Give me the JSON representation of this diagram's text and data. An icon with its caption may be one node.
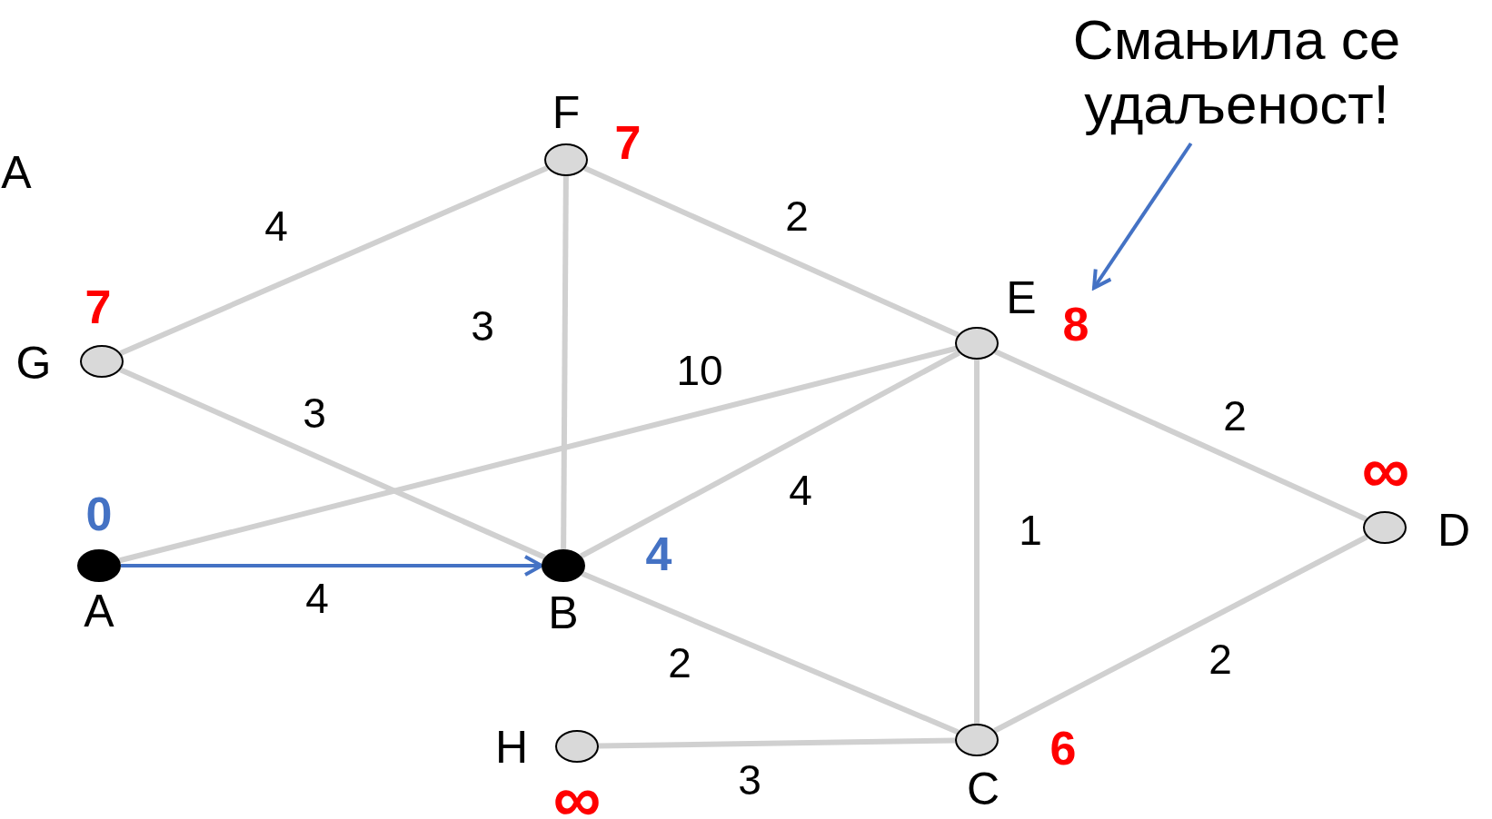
{
  "diagram": {
    "nodes": [
      {
        "text": [],
        "shape": "circle",
        "beside": [
          "F",
          "7"
        ]
      },
      {
        "text": [],
        "shape": "circle",
        "beside": [
          "G",
          "7"
        ]
      },
      {
        "text": [],
        "shape": "circle",
        "beside": [
          "E",
          "8"
        ]
      },
      {
        "text": [],
        "shape": "dot",
        "beside": [
          "A",
          "0"
        ]
      },
      {
        "text": [],
        "shape": "dot",
        "beside": [
          "B",
          "4"
        ]
      },
      {
        "text": [],
        "shape": "circle",
        "beside": [
          "D",
          "∞"
        ]
      },
      {
        "text": [],
        "shape": "circle",
        "beside": [
          "H",
          "∞"
        ]
      },
      {
        "text": [],
        "shape": "circle",
        "beside": [
          "C",
          "6"
        ]
      },
      {
        "text": [
          "Смањила се удаљеност!"
        ]
      }
    ],
    "edges": [
      {
        "from": 1,
        "to": 0,
        "arrow": "none",
        "label": "4"
      },
      {
        "from": 0,
        "to": 4,
        "arrow": "none",
        "label": "3"
      },
      {
        "from": 0,
        "to": 2,
        "arrow": "none",
        "label": "2"
      },
      {
        "from": 1,
        "to": 4,
        "arrow": "none",
        "label": "3"
      },
      {
        "from": 3,
        "to": 2,
        "arrow": "none",
        "label": "10"
      },
      {
        "from": 4,
        "to": 2,
        "arrow": "none",
        "label": "4"
      },
      {
        "from": 2,
        "to": 5,
        "arrow": "none",
        "label": "2"
      },
      {
        "from": 2,
        "to": 7,
        "arrow": "none",
        "label": "1"
      },
      {
        "from": 3,
        "to": 4,
        "arrow": "to",
        "label": "4",
        "color": "#4472c4"
      },
      {
        "from": 4,
        "to": 7,
        "arrow": "none",
        "label": "2"
      },
      {
        "from": 7,
        "to": 5,
        "arrow": "none",
        "label": "2"
      },
      {
        "from": 6,
        "to": 7,
        "arrow": "none",
        "label": "3"
      },
      {
        "from": 8,
        "to": 2,
        "arrow": "to",
        "color": "#4472c4"
      }
    ],
    "labels": [
      "A"
    ]
  }
}
